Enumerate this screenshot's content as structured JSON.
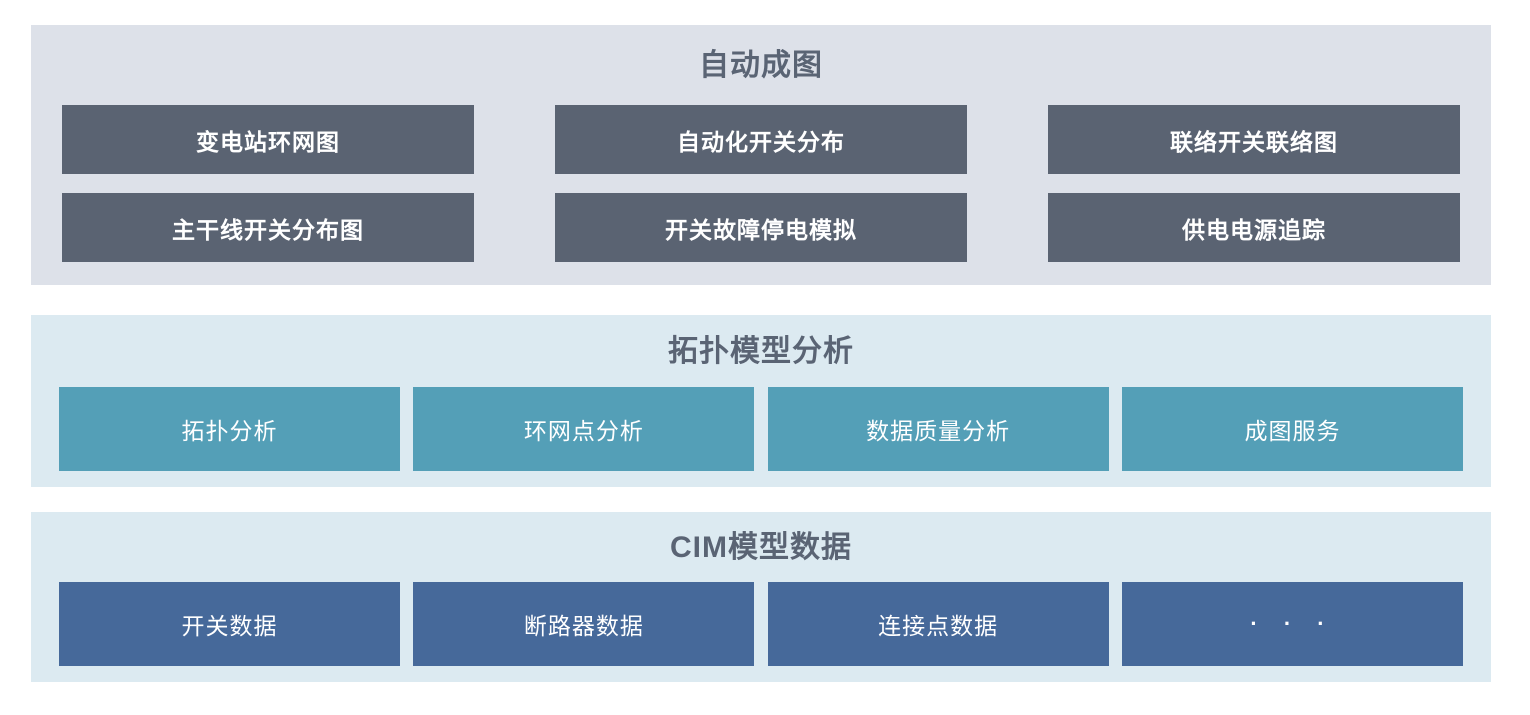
{
  "colors": {
    "page_bg": "#ffffff",
    "auto_panel_bg": "#dde1e9",
    "auto_box_bg": "#5a6372",
    "analysis_panel_bg": "#dceaf1",
    "analysis_box_bg": "#549fb7",
    "data_panel_bg": "#dceaf1",
    "data_box_bg": "#46699a",
    "title_text": "#5a6474",
    "box_text": "#ffffff"
  },
  "sections": {
    "auto_drawing": {
      "title": "自动成图",
      "rows": [
        [
          "变电站环网图",
          "自动化开关分布",
          "联络开关联络图"
        ],
        [
          "主干线开关分布图",
          "开关故障停电模拟",
          "供电电源追踪"
        ]
      ]
    },
    "topology_analysis": {
      "title": "拓扑模型分析",
      "items": [
        "拓扑分析",
        "环网点分析",
        "数据质量分析",
        "成图服务"
      ]
    },
    "cim_data": {
      "title": "CIM模型数据",
      "items": [
        "开关数据",
        "断路器数据",
        "连接点数据",
        "· · ·"
      ]
    }
  }
}
